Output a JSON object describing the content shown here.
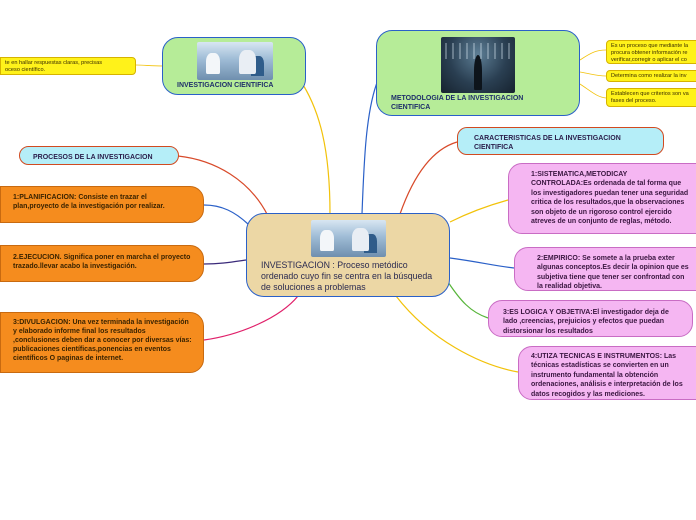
{
  "central": {
    "text": "INVESTIGACION : Proceso metódico ordenado cuyo fin se centra en la búsqueda de soluciones a problemas",
    "image_icon": "laboratory-photo"
  },
  "investigacion_cientifica": {
    "title": "INVESTIGACION CIENTIFICA",
    "note": "te en hallar respuestas claras, precisas\noceso científico.",
    "image_icon": "laboratory-photo"
  },
  "metodologia": {
    "title": "METODOLOGIA DE LA INVESTIGACION CIENTIFICA",
    "image_icon": "businessman-chalkboard-photo",
    "notes": [
      "Es un proceso que mediante la\nprocura obtener información re\nverificar,corregir o aplicar el co",
      "Determina como realizar la inv",
      "Establecen que criterios son va\nfases del proceso."
    ]
  },
  "procesos": {
    "title": "PROCESOS DE LA INVESTIGACION",
    "items": [
      "1:PLANIFICACION: Consiste en trazar el plan,proyecto de la investigación por realizar.",
      "2.EJECUCION. Significa poner en marcha el proyecto trazado.llevar acabo la investigación.",
      "3:DIVULGACION: Una vez terminada  la investigación y elaborado informe final los resultados ,conclusiones deben dar a conocer   por diversas vías: publicaciones científicas,ponencias en eventos científicos O paginas de internet."
    ]
  },
  "caracteristicas": {
    "title": "CARACTERISTICAS DE LA INVESTIGACION CIENTIFICA",
    "items": [
      "1:SISTEMATICA,METODICAY CONTROLADA:Es ordenada de tal forma que los investigadores puedan tener una seguridad critica de los resultados,que la observaciones son objeto de un rigoroso control ejercido atreves de un conjunto de reglas, método.",
      "2:EMPIRICO: Se somete a la prueba exter algunas conceptos.Es decir la opinion que es subjetiva tiene que tener ser confrontad con la realidad objetiva.",
      "3:ES LOGICA Y OBJETIVA:El investigador deja de lado ,creencias, prejuicios y efectos que puedan distorsionar los resultados",
      "4:UTIZA TECNICAS E INSTRUMENTOS: Las técnicas estadísticas se convierten en un instrumento fundamental la obtención ordenaciones, análisis e interpretación de los datos recogidos y las mediciones."
    ]
  },
  "colors": {
    "central_fill": "#ecd7a5",
    "green_fill": "#b6ec98",
    "orange_fill": "#f58c1e",
    "pink_fill": "#f5b6f2",
    "cyan_fill": "#b5eef8",
    "yellow_fill": "#fff21a",
    "link_orange": "#f0a030",
    "link_blue": "#2a60c8",
    "link_red": "#d84a2a",
    "link_yellow": "#f2c20a",
    "link_navy": "#3a2a7a",
    "link_magenta": "#e0206a"
  }
}
